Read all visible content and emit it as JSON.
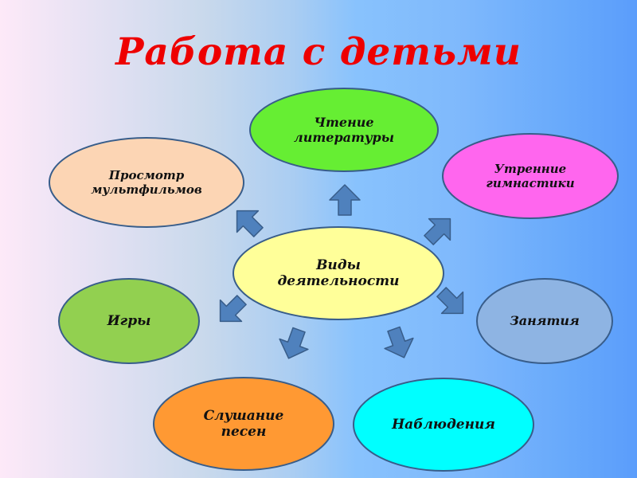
{
  "title": "Работа с детьми",
  "center": {
    "id": "center",
    "label_lines": [
      "Виды",
      "деятельности"
    ],
    "fill": "#ffff99"
  },
  "nodes": [
    {
      "id": "reading",
      "label_lines": [
        "Чтение",
        "литературы"
      ],
      "fill": "#66ee33"
    },
    {
      "id": "cartoons",
      "label_lines": [
        "Просмотр",
        "мультфильмов"
      ],
      "fill": "#fcd5b4"
    },
    {
      "id": "morning-exercises",
      "label_lines": [
        "Утренние",
        "гимнастики"
      ],
      "fill": "#ff66ee"
    },
    {
      "id": "games",
      "label_lines": [
        "Игры"
      ],
      "fill": "#92d050"
    },
    {
      "id": "lessons",
      "label_lines": [
        "Занятия"
      ],
      "fill": "#8eb4e3"
    },
    {
      "id": "listening-songs",
      "label_lines": [
        "Слушание",
        "песен"
      ],
      "fill": "#ff9933"
    },
    {
      "id": "observations",
      "label_lines": [
        "Наблюдения"
      ],
      "fill": "#00ffff"
    }
  ],
  "edges": [
    {
      "from": "center",
      "to": "reading"
    },
    {
      "from": "center",
      "to": "cartoons"
    },
    {
      "from": "center",
      "to": "morning-exercises"
    },
    {
      "from": "center",
      "to": "games"
    },
    {
      "from": "center",
      "to": "lessons"
    },
    {
      "from": "center",
      "to": "listening-songs"
    },
    {
      "from": "center",
      "to": "observations"
    }
  ],
  "colors": {
    "title": "#ee0000",
    "arrow": "#4f81bd",
    "stroke": "#385d8a"
  }
}
